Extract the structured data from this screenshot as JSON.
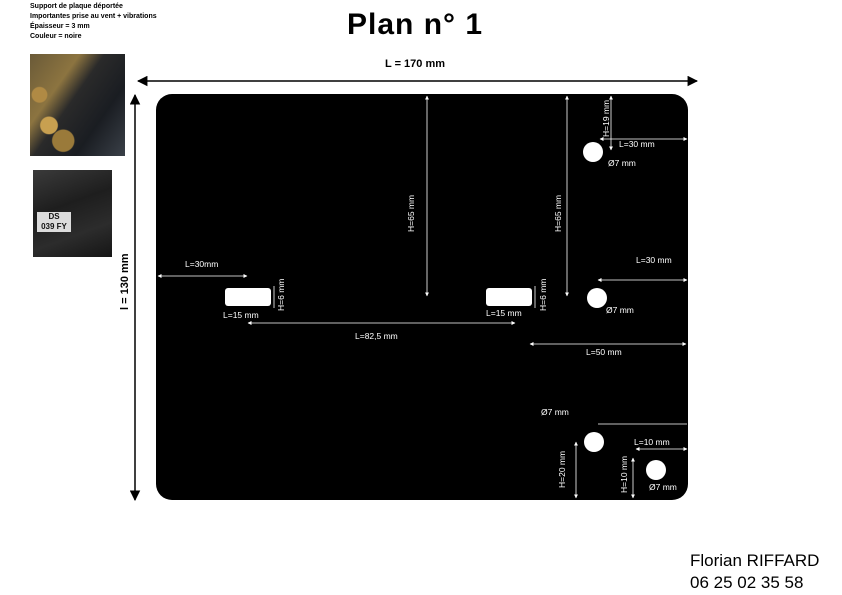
{
  "notes": {
    "line1": "Support de plaque déportée",
    "line2": "Importantes prise au vent + vibrations",
    "line3": "Épaisseur = 3 mm",
    "line4": "Couleur = noire"
  },
  "title": "Plan n° 1",
  "plate_labels": {
    "photo_plate_line1": "DS",
    "photo_plate_line2": "039 FY"
  },
  "dimensions": {
    "length": "L = 170 mm",
    "width": "l = 130 mm",
    "h65_center": "H=65 mm",
    "h65_right": "H=65 mm",
    "h19": "H=19 mm",
    "l30_top": "L=30 mm",
    "dia_top": "Ø7 mm",
    "l30_left": "L=30mm",
    "h6_left": "H=6 mm",
    "l15_left": "L=15 mm",
    "h6_right": "H=6 mm",
    "l15_right": "L=15 mm",
    "l82": "L=82,5 mm",
    "l30_mid": "L=30 mm",
    "dia_mid": "Ø7 mm",
    "l50": "L=50 mm",
    "dia_lower": "Ø7 mm",
    "h20": "H=20 mm",
    "l10": "L=10 mm",
    "h10": "H=10 mm",
    "dia_bottom": "Ø7 mm"
  },
  "author": {
    "name": "Florian RIFFARD",
    "phone": "06 25 02 35 58"
  },
  "colors": {
    "plate": "#000000",
    "dim_lines": "#ffffff",
    "outer_dims": "#000000"
  }
}
